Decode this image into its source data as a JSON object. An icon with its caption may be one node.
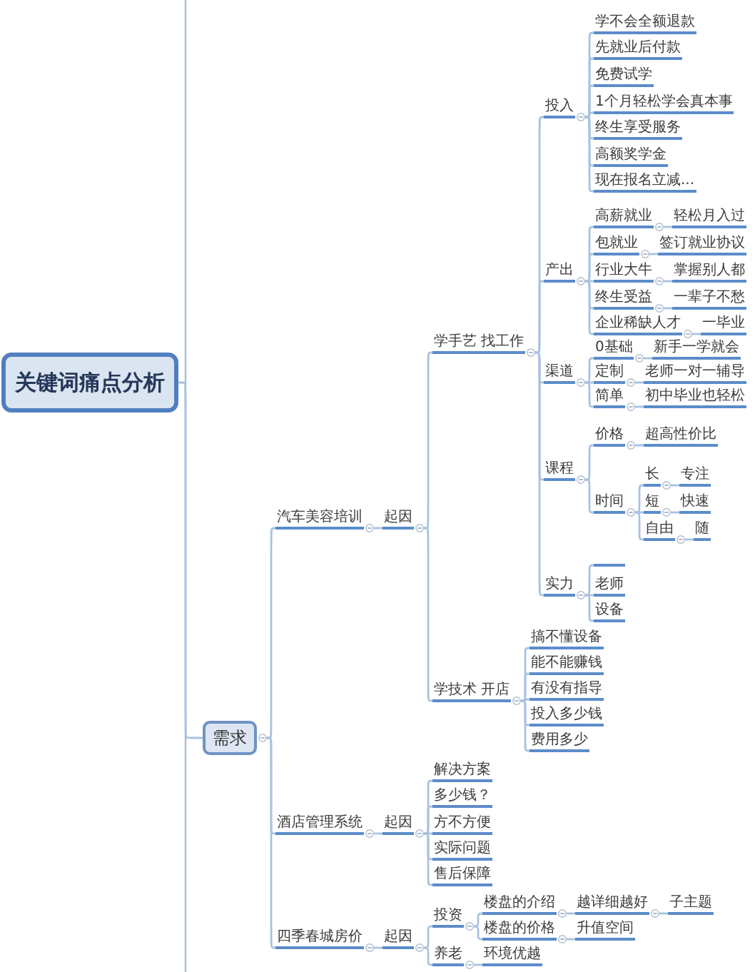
{
  "diagram": {
    "nodes": [
      {
        "text": [
          "关键词痛点分析"
        ]
      },
      {
        "text": [
          "需求"
        ]
      },
      {
        "text": [
          "汽车美容培训"
        ]
      },
      {
        "text": [
          "起因"
        ]
      },
      {
        "text": [
          "学手艺 找工作"
        ]
      },
      {
        "text": [
          "投入"
        ]
      },
      {
        "text": [
          "学不会全额退款"
        ]
      },
      {
        "text": [
          "先就业后付款"
        ]
      },
      {
        "text": [
          "免费试学"
        ]
      },
      {
        "text": [
          "1个月轻松学会真本事"
        ]
      },
      {
        "text": [
          "终生享受服务"
        ]
      },
      {
        "text": [
          "高额奖学金"
        ]
      },
      {
        "text": [
          "现在报名立减..."
        ]
      },
      {
        "text": [
          "产出"
        ]
      },
      {
        "text": [
          "高薪就业"
        ]
      },
      {
        "text": [
          "轻松月入过"
        ]
      },
      {
        "text": [
          "包就业"
        ]
      },
      {
        "text": [
          "签订就业协议"
        ]
      },
      {
        "text": [
          "行业大牛"
        ]
      },
      {
        "text": [
          "掌握别人都"
        ]
      },
      {
        "text": [
          "终生受益"
        ]
      },
      {
        "text": [
          "一辈子不愁"
        ]
      },
      {
        "text": [
          "企业稀缺人才"
        ]
      },
      {
        "text": [
          "一毕业"
        ]
      },
      {
        "text": [
          "渠道"
        ]
      },
      {
        "text": [
          "0基础"
        ]
      },
      {
        "text": [
          "新手一学就会"
        ]
      },
      {
        "text": [
          "定制"
        ]
      },
      {
        "text": [
          "老师一对一辅导"
        ]
      },
      {
        "text": [
          "简单"
        ]
      },
      {
        "text": [
          "初中毕业也轻松"
        ]
      },
      {
        "text": [
          "课程"
        ]
      },
      {
        "text": [
          "价格"
        ]
      },
      {
        "text": [
          "超高性价比"
        ]
      },
      {
        "text": [
          "时间"
        ]
      },
      {
        "text": [
          "长"
        ]
      },
      {
        "text": [
          "专注"
        ]
      },
      {
        "text": [
          "短"
        ]
      },
      {
        "text": [
          "快速"
        ]
      },
      {
        "text": [
          "自由"
        ]
      },
      {
        "text": [
          "随"
        ]
      },
      {
        "text": [
          "实力"
        ]
      },
      {
        "text": [],
        "shape": "bar"
      },
      {
        "text": [
          "老师"
        ]
      },
      {
        "text": [
          "设备"
        ]
      },
      {
        "text": [
          "学技术 开店"
        ]
      },
      {
        "text": [
          "搞不懂设备"
        ]
      },
      {
        "text": [
          "能不能赚钱"
        ]
      },
      {
        "text": [
          "有没有指导"
        ]
      },
      {
        "text": [
          "投入多少钱"
        ]
      },
      {
        "text": [
          "费用多少"
        ]
      },
      {
        "text": [
          "酒店管理系统"
        ]
      },
      {
        "text": [
          "起因"
        ]
      },
      {
        "text": [
          "解决方案"
        ]
      },
      {
        "text": [
          "多少钱？"
        ]
      },
      {
        "text": [
          "方不方便"
        ]
      },
      {
        "text": [
          "实际问题"
        ]
      },
      {
        "text": [
          "售后保障"
        ]
      },
      {
        "text": [
          "四季春城房价"
        ]
      },
      {
        "text": [
          "起因"
        ]
      },
      {
        "text": [
          "投资"
        ]
      },
      {
        "text": [
          "楼盘的介绍"
        ]
      },
      {
        "text": [
          "越详细越好"
        ]
      },
      {
        "text": [
          "子主题"
        ]
      },
      {
        "text": [
          "楼盘的价格"
        ]
      },
      {
        "text": [
          "升值空间"
        ]
      },
      {
        "text": [
          "养老"
        ]
      },
      {
        "text": [
          "环境优越"
        ]
      }
    ],
    "edges": [
      {
        "from": 0,
        "to": 1,
        "arrow": "none"
      },
      {
        "from": 1,
        "to": 2,
        "arrow": "none"
      },
      {
        "from": 2,
        "to": 3,
        "arrow": "none"
      },
      {
        "from": 3,
        "to": 4,
        "arrow": "none"
      },
      {
        "from": 4,
        "to": 5,
        "arrow": "none"
      },
      {
        "from": 5,
        "to": 6,
        "arrow": "none"
      },
      {
        "from": 5,
        "to": 7,
        "arrow": "none"
      },
      {
        "from": 5,
        "to": 8,
        "arrow": "none"
      },
      {
        "from": 5,
        "to": 9,
        "arrow": "none"
      },
      {
        "from": 5,
        "to": 10,
        "arrow": "none"
      },
      {
        "from": 5,
        "to": 11,
        "arrow": "none"
      },
      {
        "from": 5,
        "to": 12,
        "arrow": "none"
      },
      {
        "from": 4,
        "to": 13,
        "arrow": "none"
      },
      {
        "from": 13,
        "to": 14,
        "arrow": "none"
      },
      {
        "from": 14,
        "to": 15,
        "arrow": "none"
      },
      {
        "from": 13,
        "to": 16,
        "arrow": "none"
      },
      {
        "from": 16,
        "to": 17,
        "arrow": "none"
      },
      {
        "from": 13,
        "to": 18,
        "arrow": "none"
      },
      {
        "from": 18,
        "to": 19,
        "arrow": "none"
      },
      {
        "from": 13,
        "to": 20,
        "arrow": "none"
      },
      {
        "from": 20,
        "to": 21,
        "arrow": "none"
      },
      {
        "from": 13,
        "to": 22,
        "arrow": "none"
      },
      {
        "from": 22,
        "to": 23,
        "arrow": "none"
      },
      {
        "from": 4,
        "to": 24,
        "arrow": "none"
      },
      {
        "from": 24,
        "to": 25,
        "arrow": "none"
      },
      {
        "from": 25,
        "to": 26,
        "arrow": "none"
      },
      {
        "from": 24,
        "to": 27,
        "arrow": "none"
      },
      {
        "from": 27,
        "to": 28,
        "arrow": "none"
      },
      {
        "from": 24,
        "to": 29,
        "arrow": "none"
      },
      {
        "from": 29,
        "to": 30,
        "arrow": "none"
      },
      {
        "from": 4,
        "to": 31,
        "arrow": "none"
      },
      {
        "from": 31,
        "to": 32,
        "arrow": "none"
      },
      {
        "from": 32,
        "to": 33,
        "arrow": "none"
      },
      {
        "from": 31,
        "to": 34,
        "arrow": "none"
      },
      {
        "from": 34,
        "to": 35,
        "arrow": "none"
      },
      {
        "from": 35,
        "to": 36,
        "arrow": "none"
      },
      {
        "from": 34,
        "to": 37,
        "arrow": "none"
      },
      {
        "from": 37,
        "to": 38,
        "arrow": "none"
      },
      {
        "from": 34,
        "to": 39,
        "arrow": "none"
      },
      {
        "from": 39,
        "to": 40,
        "arrow": "none"
      },
      {
        "from": 4,
        "to": 41,
        "arrow": "none"
      },
      {
        "from": 41,
        "to": 42,
        "arrow": "none"
      },
      {
        "from": 41,
        "to": 43,
        "arrow": "none"
      },
      {
        "from": 41,
        "to": 44,
        "arrow": "none"
      },
      {
        "from": 3,
        "to": 45,
        "arrow": "none"
      },
      {
        "from": 45,
        "to": 46,
        "arrow": "none"
      },
      {
        "from": 45,
        "to": 47,
        "arrow": "none"
      },
      {
        "from": 45,
        "to": 48,
        "arrow": "none"
      },
      {
        "from": 45,
        "to": 49,
        "arrow": "none"
      },
      {
        "from": 45,
        "to": 50,
        "arrow": "none"
      },
      {
        "from": 1,
        "to": 51,
        "arrow": "none"
      },
      {
        "from": 51,
        "to": 52,
        "arrow": "none"
      },
      {
        "from": 52,
        "to": 53,
        "arrow": "none"
      },
      {
        "from": 52,
        "to": 54,
        "arrow": "none"
      },
      {
        "from": 52,
        "to": 55,
        "arrow": "none"
      },
      {
        "from": 52,
        "to": 56,
        "arrow": "none"
      },
      {
        "from": 52,
        "to": 57,
        "arrow": "none"
      },
      {
        "from": 1,
        "to": 58,
        "arrow": "none"
      },
      {
        "from": 58,
        "to": 59,
        "arrow": "none"
      },
      {
        "from": 59,
        "to": 60,
        "arrow": "none"
      },
      {
        "from": 60,
        "to": 61,
        "arrow": "none"
      },
      {
        "from": 61,
        "to": 62,
        "arrow": "none"
      },
      {
        "from": 62,
        "to": 63,
        "arrow": "none"
      },
      {
        "from": 60,
        "to": 64,
        "arrow": "none"
      },
      {
        "from": 64,
        "to": 65,
        "arrow": "none"
      },
      {
        "from": 59,
        "to": 66,
        "arrow": "none"
      },
      {
        "from": 66,
        "to": 67,
        "arrow": "none"
      }
    ]
  }
}
